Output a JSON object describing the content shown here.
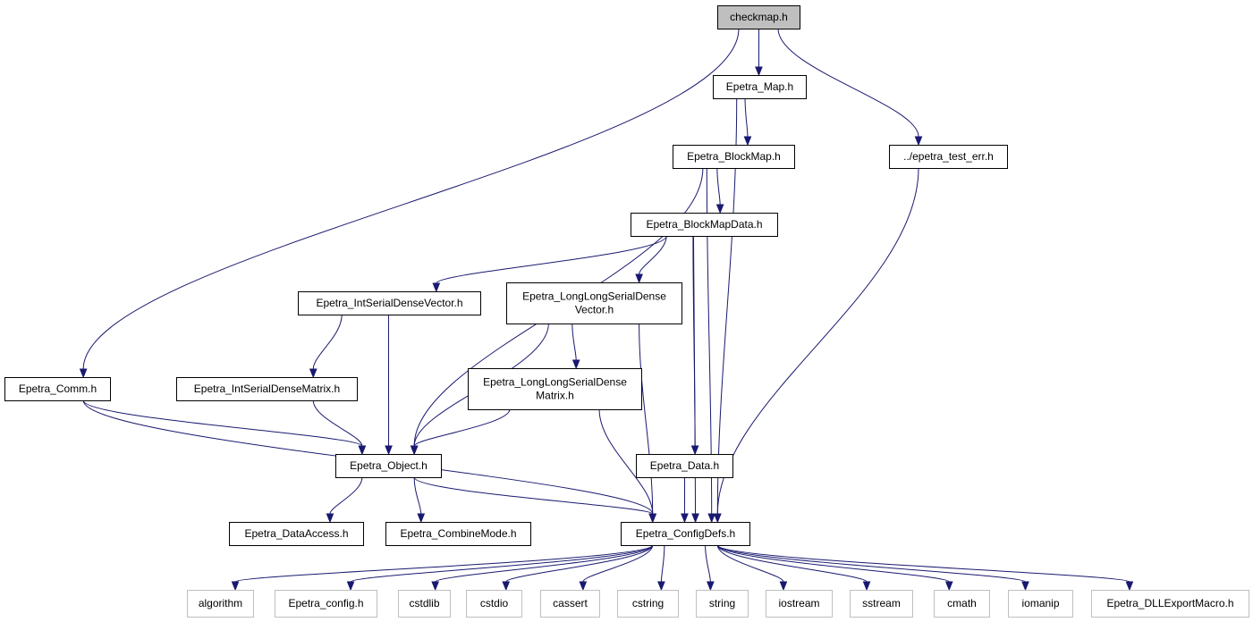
{
  "colors": {
    "edge": "#191970",
    "root_fill": "#bfbfbf",
    "box_stroke": "#000000",
    "ext_stroke": "#bfbfbf",
    "text": "#000000",
    "ext_text": "#000000"
  },
  "nodes": {
    "checkmap": {
      "label": "checkmap.h",
      "kind": "root"
    },
    "epetra_map": {
      "label": "Epetra_Map.h",
      "kind": "file"
    },
    "test_err": {
      "label": "../epetra_test_err.h",
      "kind": "file"
    },
    "blockmap": {
      "label": "Epetra_BlockMap.h",
      "kind": "file"
    },
    "blockmapdata": {
      "label": "Epetra_BlockMapData.h",
      "kind": "file"
    },
    "int_vec": {
      "label": "Epetra_IntSerialDenseVector.h",
      "kind": "file"
    },
    "ll_vec": {
      "label": [
        "Epetra_LongLongSerialDense",
        "Vector.h"
      ],
      "kind": "file"
    },
    "comm": {
      "label": "Epetra_Comm.h",
      "kind": "file"
    },
    "int_mat": {
      "label": "Epetra_IntSerialDenseMatrix.h",
      "kind": "file"
    },
    "ll_mat": {
      "label": [
        "Epetra_LongLongSerialDense",
        "Matrix.h"
      ],
      "kind": "file"
    },
    "object": {
      "label": "Epetra_Object.h",
      "kind": "file"
    },
    "data": {
      "label": "Epetra_Data.h",
      "kind": "file"
    },
    "dataaccess": {
      "label": "Epetra_DataAccess.h",
      "kind": "file"
    },
    "combinemode": {
      "label": "Epetra_CombineMode.h",
      "kind": "file"
    },
    "configdefs": {
      "label": "Epetra_ConfigDefs.h",
      "kind": "file"
    },
    "algorithm": {
      "label": "algorithm",
      "kind": "external"
    },
    "epetra_config": {
      "label": "Epetra_config.h",
      "kind": "external"
    },
    "cstdlib": {
      "label": "cstdlib",
      "kind": "external"
    },
    "cstdio": {
      "label": "cstdio",
      "kind": "external"
    },
    "cassert": {
      "label": "cassert",
      "kind": "external"
    },
    "cstring": {
      "label": "cstring",
      "kind": "external"
    },
    "string": {
      "label": "string",
      "kind": "external"
    },
    "iostream": {
      "label": "iostream",
      "kind": "external"
    },
    "sstream": {
      "label": "sstream",
      "kind": "external"
    },
    "cmath": {
      "label": "cmath",
      "kind": "external"
    },
    "iomanip": {
      "label": "iomanip",
      "kind": "external"
    },
    "dll_export": {
      "label": "Epetra_DLLExportMacro.h",
      "kind": "external"
    }
  },
  "edges": [
    [
      "checkmap",
      "epetra_map"
    ],
    [
      "checkmap",
      "comm"
    ],
    [
      "checkmap",
      "test_err"
    ],
    [
      "epetra_map",
      "blockmap"
    ],
    [
      "epetra_map",
      "configdefs"
    ],
    [
      "test_err",
      "configdefs"
    ],
    [
      "blockmap",
      "blockmapdata"
    ],
    [
      "blockmap",
      "object"
    ],
    [
      "blockmap",
      "configdefs"
    ],
    [
      "blockmapdata",
      "int_vec"
    ],
    [
      "blockmapdata",
      "ll_vec"
    ],
    [
      "blockmapdata",
      "data"
    ],
    [
      "blockmapdata",
      "configdefs"
    ],
    [
      "int_vec",
      "int_mat"
    ],
    [
      "int_vec",
      "object"
    ],
    [
      "ll_vec",
      "ll_mat"
    ],
    [
      "ll_vec",
      "object"
    ],
    [
      "ll_vec",
      "configdefs"
    ],
    [
      "comm",
      "object"
    ],
    [
      "comm",
      "configdefs"
    ],
    [
      "int_mat",
      "object"
    ],
    [
      "ll_mat",
      "object"
    ],
    [
      "ll_mat",
      "configdefs"
    ],
    [
      "object",
      "dataaccess"
    ],
    [
      "object",
      "combinemode"
    ],
    [
      "object",
      "configdefs"
    ],
    [
      "data",
      "configdefs"
    ],
    [
      "configdefs",
      "algorithm"
    ],
    [
      "configdefs",
      "epetra_config"
    ],
    [
      "configdefs",
      "cstdlib"
    ],
    [
      "configdefs",
      "cstdio"
    ],
    [
      "configdefs",
      "cassert"
    ],
    [
      "configdefs",
      "cstring"
    ],
    [
      "configdefs",
      "string"
    ],
    [
      "configdefs",
      "iostream"
    ],
    [
      "configdefs",
      "sstream"
    ],
    [
      "configdefs",
      "cmath"
    ],
    [
      "configdefs",
      "iomanip"
    ],
    [
      "configdefs",
      "dll_export"
    ]
  ]
}
